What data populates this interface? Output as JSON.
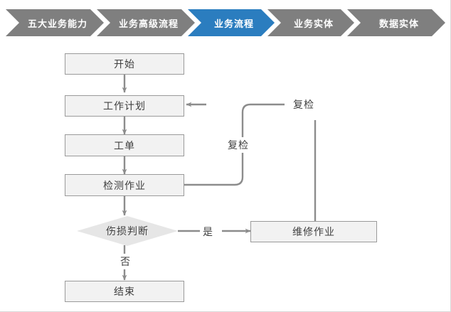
{
  "breadcrumb": {
    "active_color": "#2b7dbf",
    "inactive_color": "#7f7f7f",
    "items": [
      {
        "label": "五大业务能力",
        "active": false
      },
      {
        "label": "业务高级流程",
        "active": false
      },
      {
        "label": "业务流程",
        "active": true
      },
      {
        "label": "业务实体",
        "active": false
      },
      {
        "label": "数据实体",
        "active": false
      }
    ]
  },
  "flowchart": {
    "node_fill": "#f2f2f2",
    "node_border": "#9a9a9a",
    "decision_fill": "#e6e6e6",
    "connector_color": "#8c8c8c",
    "nodes": [
      {
        "id": "start",
        "label": "开始",
        "shape": "rect"
      },
      {
        "id": "work-plan",
        "label": "工作计划",
        "shape": "rect"
      },
      {
        "id": "work-order",
        "label": "工单",
        "shape": "rect"
      },
      {
        "id": "inspection",
        "label": "检测作业",
        "shape": "rect"
      },
      {
        "id": "damage",
        "label": "伤损判断",
        "shape": "diamond"
      },
      {
        "id": "repair",
        "label": "维修作业",
        "shape": "rect"
      },
      {
        "id": "end",
        "label": "结束",
        "shape": "rect"
      }
    ],
    "edge_labels": {
      "recheck_inner": "复检",
      "recheck_outer": "复检",
      "yes": "是",
      "no": "否"
    }
  }
}
